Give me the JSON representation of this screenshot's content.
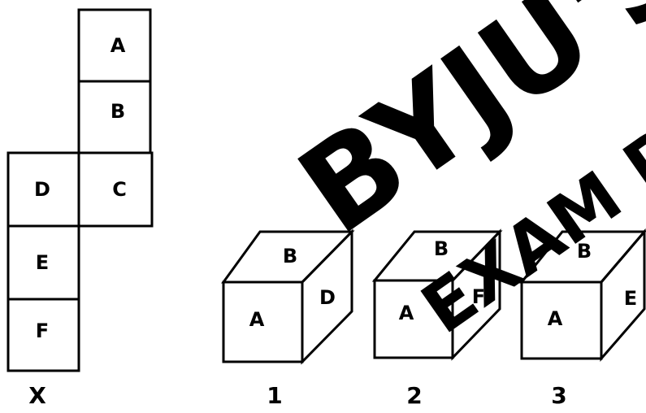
{
  "net": {
    "caption": "X",
    "faces": {
      "a": "A",
      "b": "B",
      "c": "C",
      "d": "D",
      "e": "E",
      "f": "F"
    }
  },
  "cubes": [
    {
      "caption": "1",
      "top": "B",
      "front": "A",
      "side": "D"
    },
    {
      "caption": "2",
      "top": "B",
      "front": "A",
      "side": "F"
    },
    {
      "caption": "3",
      "top": "B",
      "front": "A",
      "side": "E"
    }
  ],
  "watermark": {
    "text1": "BYJU'S",
    "text2": "EXAM PREP",
    "color1": "#f2f2f2",
    "color2": "#fdf0e2"
  },
  "colors": {
    "line": "#000000",
    "background": "#ffffff"
  }
}
